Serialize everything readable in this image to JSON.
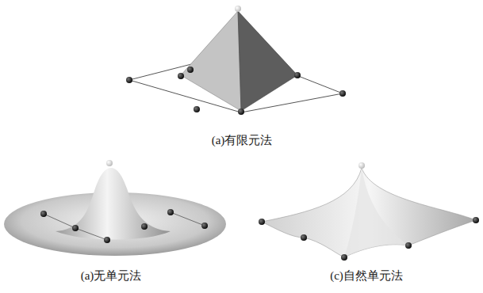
{
  "diagram": {
    "labels": [
      "(a)有限元法",
      "(a)无单元法",
      "(c)自然单元法"
    ]
  }
}
